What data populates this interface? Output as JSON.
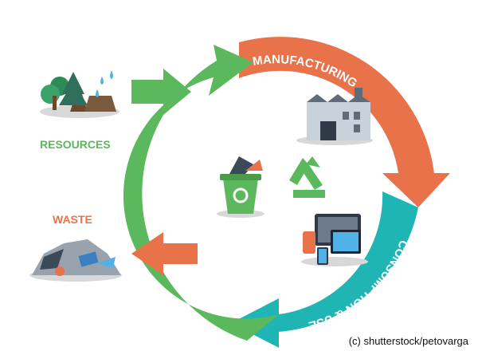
{
  "labels": {
    "resources": "RESOURCES",
    "waste": "WASTE",
    "manufacturing": "MANUFACTURING",
    "consumption": "CONSUMPTION & USE",
    "recycling": "RECYCLING"
  },
  "credit": "(c) shutterstock/petovarga",
  "colors": {
    "green": "#5cb85c",
    "orange": "#e8734a",
    "teal": "#1fb5b5",
    "label_white": "#ffffff"
  },
  "icons": [
    "resources-icon",
    "waste-pile-icon",
    "factory-icon",
    "recycle-bin-icon",
    "recycle-symbol-icon",
    "devices-icon"
  ]
}
